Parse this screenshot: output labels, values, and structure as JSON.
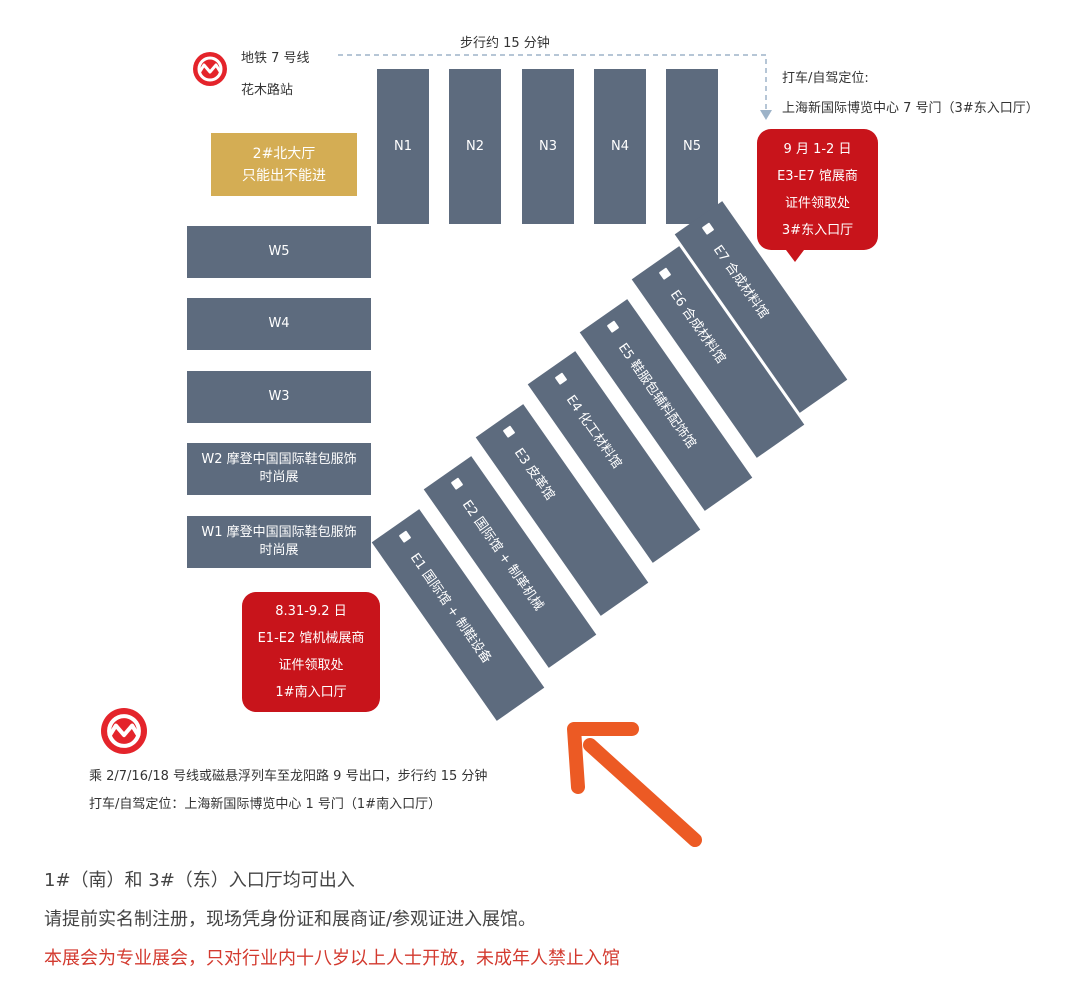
{
  "metro_top": {
    "icon": "metro-logo-icon",
    "line": "地铁 7 号线",
    "station": "花木路站"
  },
  "walk_top": "步行约 15 分钟",
  "taxi_top": {
    "label": "打车/自驾定位:",
    "address": "上海新国际博览中心 7 号门（3#东入口厅）"
  },
  "north_hall": {
    "line1": "2#北大厅",
    "line2": "只能出不能进"
  },
  "n_halls": [
    "N1",
    "N2",
    "N3",
    "N4",
    "N5"
  ],
  "w_halls": {
    "w5": "W5",
    "w4": "W4",
    "w3": "W3",
    "w2_line1": "W2 摩登中国国际鞋包服饰",
    "w2_line2": "时尚展",
    "w1_line1": "W1 摩登中国国际鞋包服饰",
    "w1_line2": "时尚展"
  },
  "e_halls": [
    "E1  国际馆 + 制鞋设备",
    "E2  国际馆 + 制革机械",
    "E3  皮革馆",
    "E4  化工材料馆",
    "E5  鞋服包辅料配饰馆",
    "E6  合成材料馆",
    "E7  合成材料馆"
  ],
  "callout_east": {
    "line1": "9 月 1-2 日",
    "line2": "E3-E7 馆展商",
    "line3": "证件领取处",
    "line4": "3#东入口厅"
  },
  "callout_south": {
    "line1": "8.31-9.2 日",
    "line2": "E1-E2 馆机械展商",
    "line3": "证件领取处",
    "line4": "1#南入口厅"
  },
  "metro_bottom": {
    "icon": "metro-logo-icon",
    "route": "乘 2/7/16/18 号线或磁悬浮列车至龙阳路 9 号出口，步行约 15 分钟",
    "taxi": "打车/自驾定位：上海新国际博览中心 1 号门（1#南入口厅）"
  },
  "notes": {
    "line1": "1#（南）和 3#（东）入口厅均可出入",
    "line2": "请提前实名制注册，现场凭身份证和展商证/参观证进入展馆。",
    "line3": "本展会为专业展会，只对行业内十八岁以上人士开放，未成年人禁止入馆"
  },
  "colors": {
    "hall": "#5d6b7e",
    "north_hall": "#d4ad54",
    "callout": "#c8141b",
    "arrow": "#ec5a24",
    "metro": "#e4242b"
  }
}
